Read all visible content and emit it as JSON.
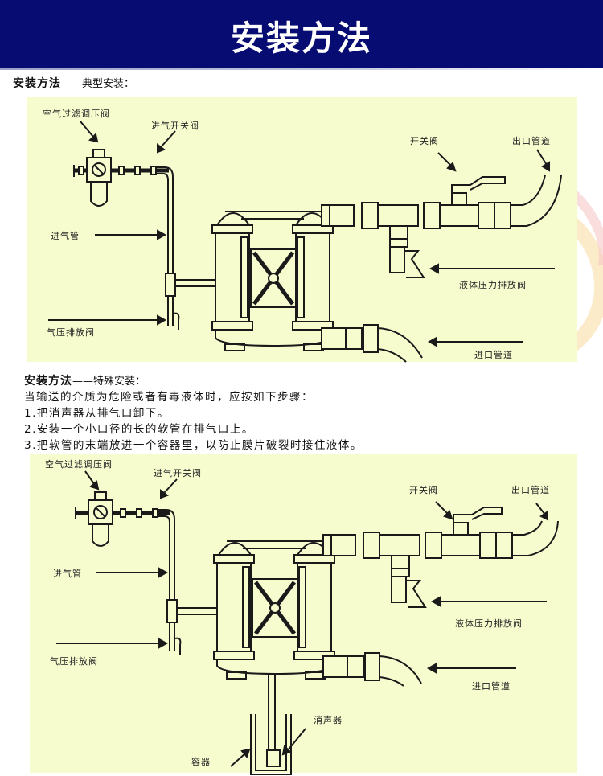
{
  "banner": {
    "title": "安装方法"
  },
  "typical": {
    "heading_bold": "安装方法",
    "heading_sub": "——典型安装：",
    "labels": {
      "air_filter_regulator": "空气过滤调压阀",
      "air_inlet_valve": "进气开关阀",
      "air_inlet_pipe": "进气管",
      "air_pressure_release_valve": "气压排放阀",
      "shutoff_valve": "开关阀",
      "outlet_pipe": "出口管道",
      "liquid_pressure_release_valve": "液体压力排放阀",
      "inlet_pipe": "进口管道"
    }
  },
  "special": {
    "heading_bold": "安装方法",
    "heading_sub": "——特殊安装：",
    "intro": "当输送的介质为危险或者有毒液体时，应按如下步骤：",
    "steps": [
      "1.把消声器从排气口卸下。",
      "2.安装一个小口径的长的软管在排气口上。",
      "3.把软管的末端放进一个容器里，以防止膜片破裂时接住液体。"
    ],
    "labels": {
      "air_filter_regulator": "空气过滤调压阀",
      "air_inlet_valve": "进气开关阀",
      "air_inlet_pipe": "进气管",
      "air_pressure_release_valve": "气压排放阀",
      "shutoff_valve": "开关阀",
      "outlet_pipe": "出口管道",
      "liquid_pressure_release_valve": "液体压力排放阀",
      "inlet_pipe": "进口管道",
      "muffler": "消声器",
      "container": "容器"
    }
  },
  "colors": {
    "banner_bg": "#070c72",
    "panel_bg": "#f7fccf",
    "line": "#1a1a1a"
  }
}
